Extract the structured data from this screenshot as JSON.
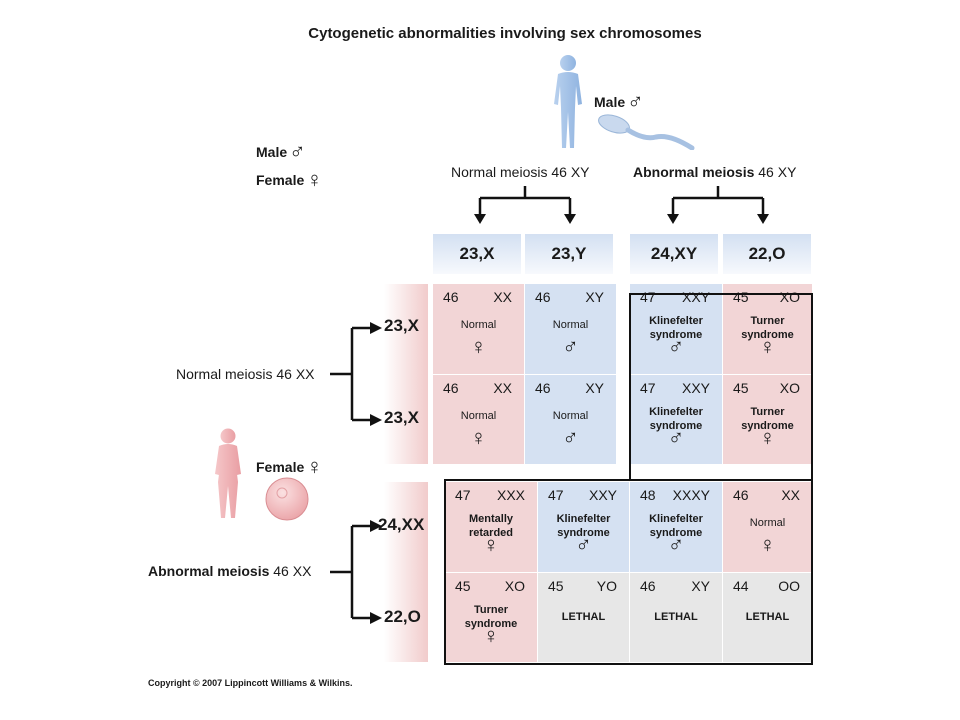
{
  "title": "Cytogenetic abnormalities involving sex chromosomes",
  "legend": {
    "male_label": "Male",
    "male_symbol": "♂",
    "female_label": "Female",
    "female_symbol": "♀"
  },
  "male_figure": {
    "label": "Male",
    "symbol": "♂"
  },
  "female_figure": {
    "label": "Female",
    "symbol": "♀"
  },
  "male_meiosis": {
    "normal": "Normal meiosis 46 XY",
    "abnormal_bold": "Abnormal meiosis",
    "abnormal_rest": " 46 XY"
  },
  "female_meiosis": {
    "normal": "Normal meiosis 46 XX",
    "abnormal_bold": "Abnormal meiosis",
    "abnormal_rest": " 46 XX"
  },
  "columns": [
    "23,X",
    "23,Y",
    "24,XY",
    "22,O"
  ],
  "rows": [
    "23,X",
    "23,X",
    "24,XX",
    "22,O"
  ],
  "cells": [
    [
      {
        "count": "46",
        "karyotype": "XX",
        "text": "Normal",
        "symbol": "♀",
        "color": "pink"
      },
      {
        "count": "46",
        "karyotype": "XY",
        "text": "Normal",
        "symbol": "♂",
        "color": "blue"
      },
      {
        "count": "47",
        "karyotype": "XXY",
        "text": "Klinefelter syndrome",
        "symbol": "♂",
        "color": "blue"
      },
      {
        "count": "45",
        "karyotype": "XO",
        "text": "Turner syndrome",
        "symbol": "♀",
        "color": "pink"
      }
    ],
    [
      {
        "count": "46",
        "karyotype": "XX",
        "text": "Normal",
        "symbol": "♀",
        "color": "pink"
      },
      {
        "count": "46",
        "karyotype": "XY",
        "text": "Normal",
        "symbol": "♂",
        "color": "blue"
      },
      {
        "count": "47",
        "karyotype": "XXY",
        "text": "Klinefelter syndrome",
        "symbol": "♂",
        "color": "blue"
      },
      {
        "count": "45",
        "karyotype": "XO",
        "text": "Turner syndrome",
        "symbol": "♀",
        "color": "pink"
      }
    ],
    [
      {
        "count": "47",
        "karyotype": "XXX",
        "text": "Mentally retarded",
        "symbol": "♀",
        "color": "pink"
      },
      {
        "count": "47",
        "karyotype": "XXY",
        "text": "Klinefelter syndrome",
        "symbol": "♂",
        "color": "blue"
      },
      {
        "count": "48",
        "karyotype": "XXXY",
        "text": "Klinefelter syndrome",
        "symbol": "♂",
        "color": "blue"
      },
      {
        "count": "46",
        "karyotype": "XX",
        "text": "Normal",
        "symbol": "♀",
        "color": "pink"
      }
    ],
    [
      {
        "count": "45",
        "karyotype": "XO",
        "text": "Turner syndrome",
        "symbol": "♀",
        "color": "pink"
      },
      {
        "count": "45",
        "karyotype": "YO",
        "text": "LETHAL",
        "symbol": "",
        "color": "gray"
      },
      {
        "count": "46",
        "karyotype": "XY",
        "text": "LETHAL",
        "symbol": "",
        "color": "gray"
      },
      {
        "count": "44",
        "karyotype": "OO",
        "text": "LETHAL",
        "symbol": "",
        "color": "gray"
      }
    ]
  ],
  "colors": {
    "pink": "#f2d5d6",
    "blue": "#d5e1f2",
    "gray": "#e7e7e7"
  },
  "copyright": "Copyright © 2007 Lippincott Williams & Wilkins."
}
